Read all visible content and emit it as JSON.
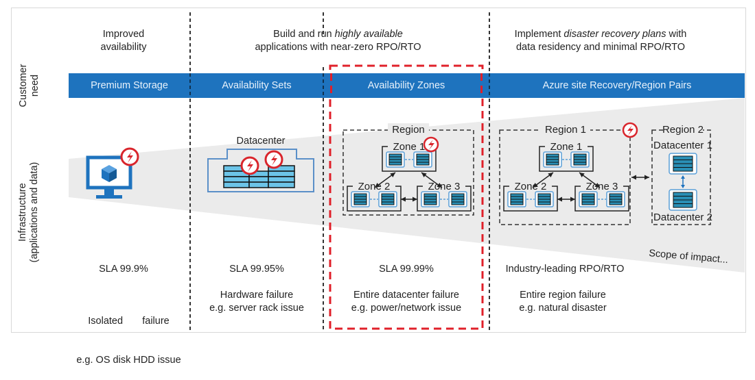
{
  "row_labels": {
    "customer_need": [
      "Customer",
      "need"
    ],
    "infrastructure": [
      "Infrastructure",
      "(applications and data)"
    ]
  },
  "columns": [
    {
      "id": "premium-storage",
      "need_lines": [
        "Improved",
        "availability"
      ],
      "band_label": "Premium Storage",
      "sla": "SLA 99.9%",
      "failure": "Isolated       failure",
      "example": "e.g. OS disk HDD issue"
    },
    {
      "id": "availability-sets",
      "band_label": "Availability Sets",
      "sla": "SLA 99.95%",
      "failure": "Hardware failure",
      "example": "e.g. server rack issue"
    },
    {
      "id": "availability-zones",
      "band_label": "Availability Zones",
      "sla": "SLA 99.99%",
      "failure": "Entire datacenter failure",
      "example": "e.g. power/network issue",
      "highlighted": true
    },
    {
      "id": "site-recovery",
      "band_label": "Azure site Recovery/Region Pairs",
      "sla": "Industry-leading RPO/RTO",
      "failure": "Entire region failure",
      "example": "e.g. natural disaster"
    }
  ],
  "needs": {
    "ha_prefix": "Build and run ",
    "ha_italic": "highly available",
    "ha_line2": "applications with near-zero RPO/RTO",
    "dr_prefix": "Implement ",
    "dr_italic": "disaster recovery plans",
    "dr_suffix": " with",
    "dr_line2": "data residency and minimal RPO/RTO"
  },
  "diagram": {
    "datacenter_label": "Datacenter",
    "region_label": "Region",
    "zone1": "Zone 1",
    "zone2": "Zone 2",
    "zone3": "Zone 3",
    "region1_label": "Region 1",
    "region2_label": "Region 2",
    "dc1_label": "Datacenter 1",
    "dc2_label": "Datacenter 2"
  },
  "scope_label": "Scope of impact...",
  "colors": {
    "band_blue": "#1e73be",
    "icon_blue": "#1e73be",
    "rack_fill": "#5bc0de",
    "failure_red": "#d9252c",
    "highlight_red": "#e0202a",
    "wedge_gray": "#ebebeb"
  }
}
